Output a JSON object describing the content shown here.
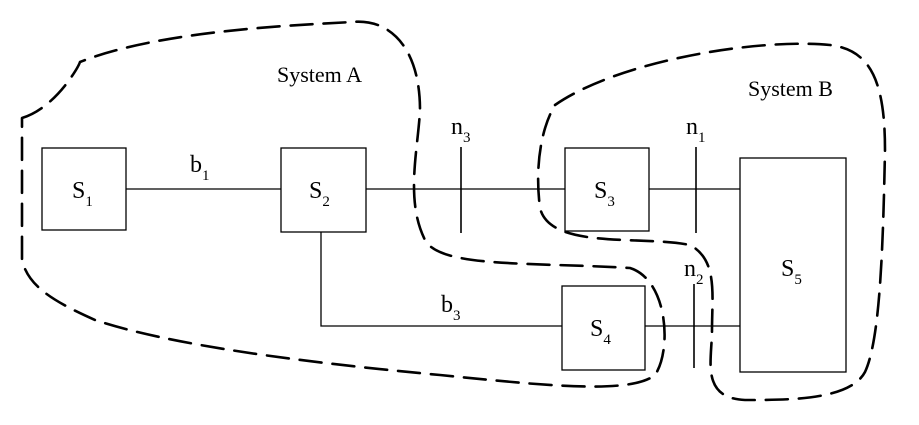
{
  "systems": [
    {
      "id": "A",
      "label": "System A"
    },
    {
      "id": "B",
      "label": "System B"
    }
  ],
  "nodes": [
    {
      "id": "S1",
      "letter": "S",
      "index": "1"
    },
    {
      "id": "S2",
      "letter": "S",
      "index": "2"
    },
    {
      "id": "S3",
      "letter": "S",
      "index": "3"
    },
    {
      "id": "S4",
      "letter": "S",
      "index": "4"
    },
    {
      "id": "S5",
      "letter": "S",
      "index": "5"
    }
  ],
  "links": [
    {
      "id": "b1",
      "letter": "b",
      "index": "1",
      "from": "S1",
      "to": "S2"
    },
    {
      "id": "b3",
      "letter": "b",
      "index": "3",
      "from": "S2",
      "to": "S4"
    },
    {
      "id": "n3",
      "letter": "n",
      "index": "3",
      "from": "S2",
      "to": "S3"
    },
    {
      "id": "n1",
      "letter": "n",
      "index": "1",
      "from": "S3",
      "to": "S5"
    },
    {
      "id": "n2",
      "letter": "n",
      "index": "2",
      "from": "S4",
      "to": "S5"
    }
  ]
}
